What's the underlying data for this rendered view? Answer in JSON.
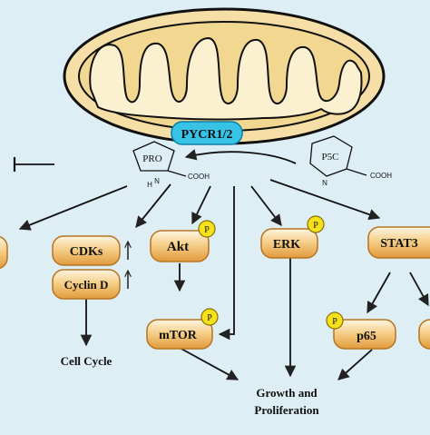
{
  "enzyme": {
    "label": "PYCR1/2"
  },
  "metabolites": {
    "pro": {
      "label": "PRO",
      "nh": "N",
      "h": "H",
      "cooh": "COOH"
    },
    "p5c": {
      "label": "P5C",
      "n": "N",
      "cooh": "COOH"
    }
  },
  "nodes": {
    "cdks": "CDKs",
    "cyclin_d": "Cyclin D",
    "akt": "Akt",
    "mtor": "mTOR",
    "erk": "ERK",
    "stat3": "STAT3",
    "p65": "p65"
  },
  "phospho_marker": "P",
  "outcomes": {
    "cell_cycle": "Cell Cycle",
    "growth_line1": "Growth and",
    "growth_line2": "Proliferation"
  },
  "colors": {
    "background": "#ddeef4",
    "mito_fill": "#f6dfa6",
    "node_light": "#fff5de",
    "node_dark": "#e8a64a",
    "enzyme_fill": "#36c3e6",
    "phospho_fill": "#f6e21a"
  }
}
